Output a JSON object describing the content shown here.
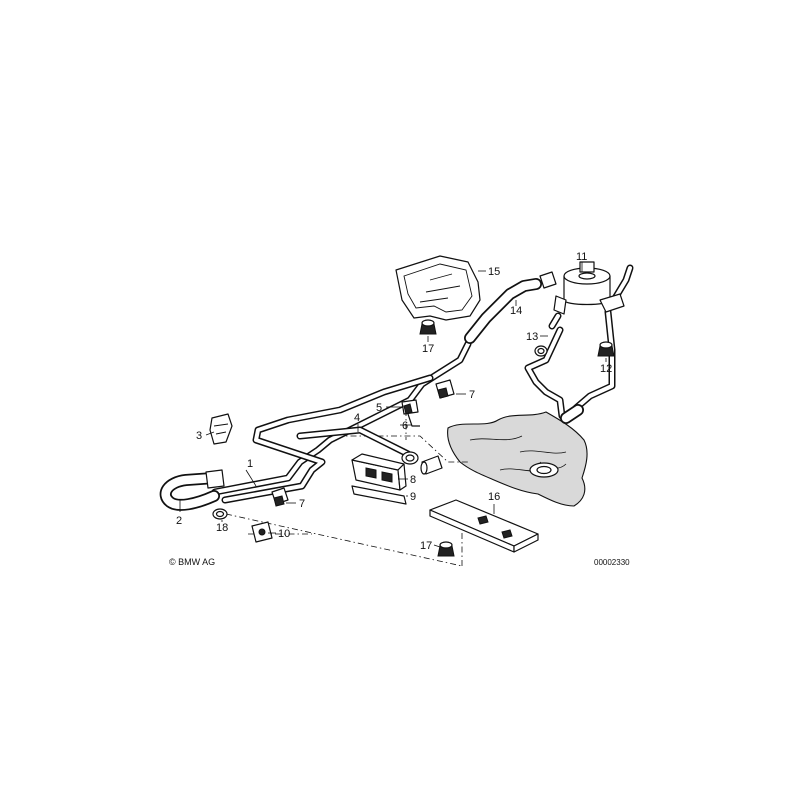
{
  "copyright": "© BMW AG",
  "drawing_number": "00002330",
  "callouts": [
    {
      "id": "1",
      "text": "1"
    },
    {
      "id": "2",
      "text": "2"
    },
    {
      "id": "3",
      "text": "3"
    },
    {
      "id": "4",
      "text": "4"
    },
    {
      "id": "5",
      "text": "5"
    },
    {
      "id": "6",
      "text": "6"
    },
    {
      "id": "7a",
      "text": "7"
    },
    {
      "id": "7b",
      "text": "7"
    },
    {
      "id": "8",
      "text": "8"
    },
    {
      "id": "9",
      "text": "9"
    },
    {
      "id": "10",
      "text": "10"
    },
    {
      "id": "11",
      "text": "11"
    },
    {
      "id": "12",
      "text": "12"
    },
    {
      "id": "13",
      "text": "13"
    },
    {
      "id": "14",
      "text": "14"
    },
    {
      "id": "15",
      "text": "15"
    },
    {
      "id": "16",
      "text": "16"
    },
    {
      "id": "17a",
      "text": "17"
    },
    {
      "id": "17b",
      "text": "17"
    },
    {
      "id": "18",
      "text": "18"
    }
  ]
}
